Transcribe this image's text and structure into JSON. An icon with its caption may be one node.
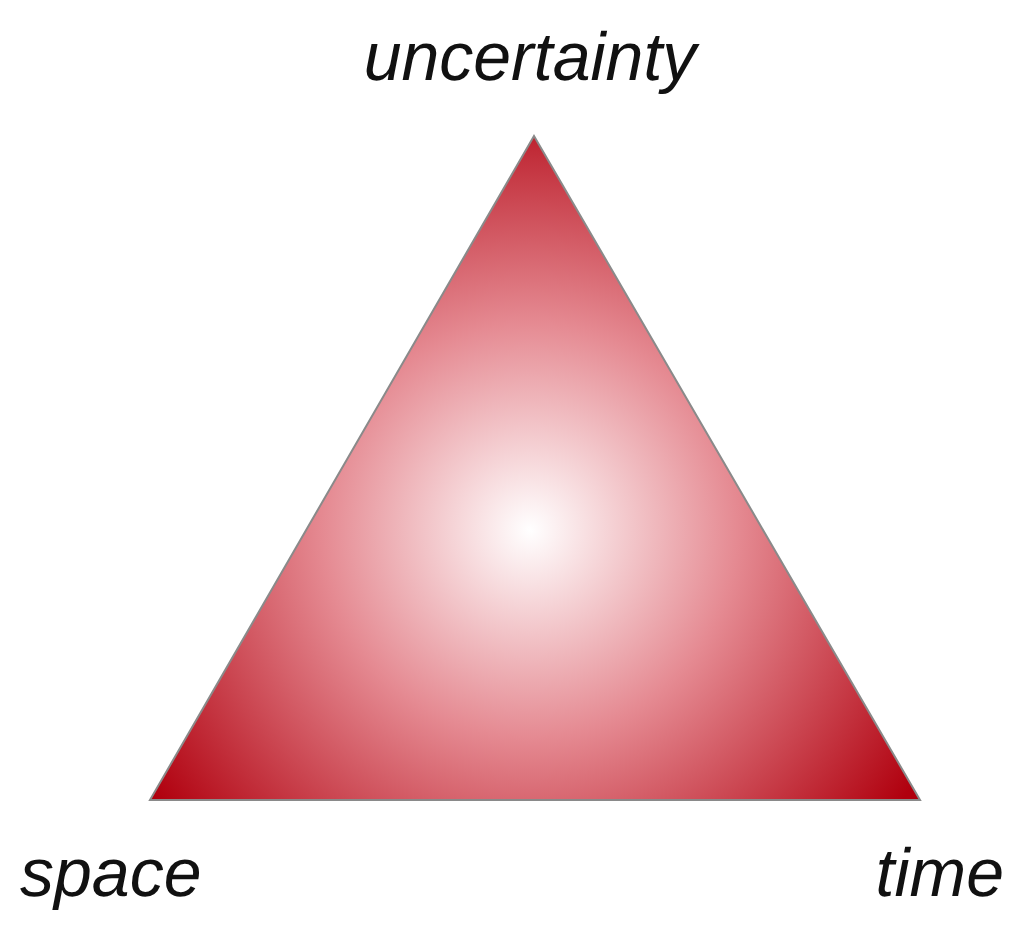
{
  "diagram": {
    "nodes": [
      {
        "text": [],
        "shape": "triangle",
        "beside": [
          "uncertainty",
          "space",
          "time"
        ]
      }
    ]
  }
}
